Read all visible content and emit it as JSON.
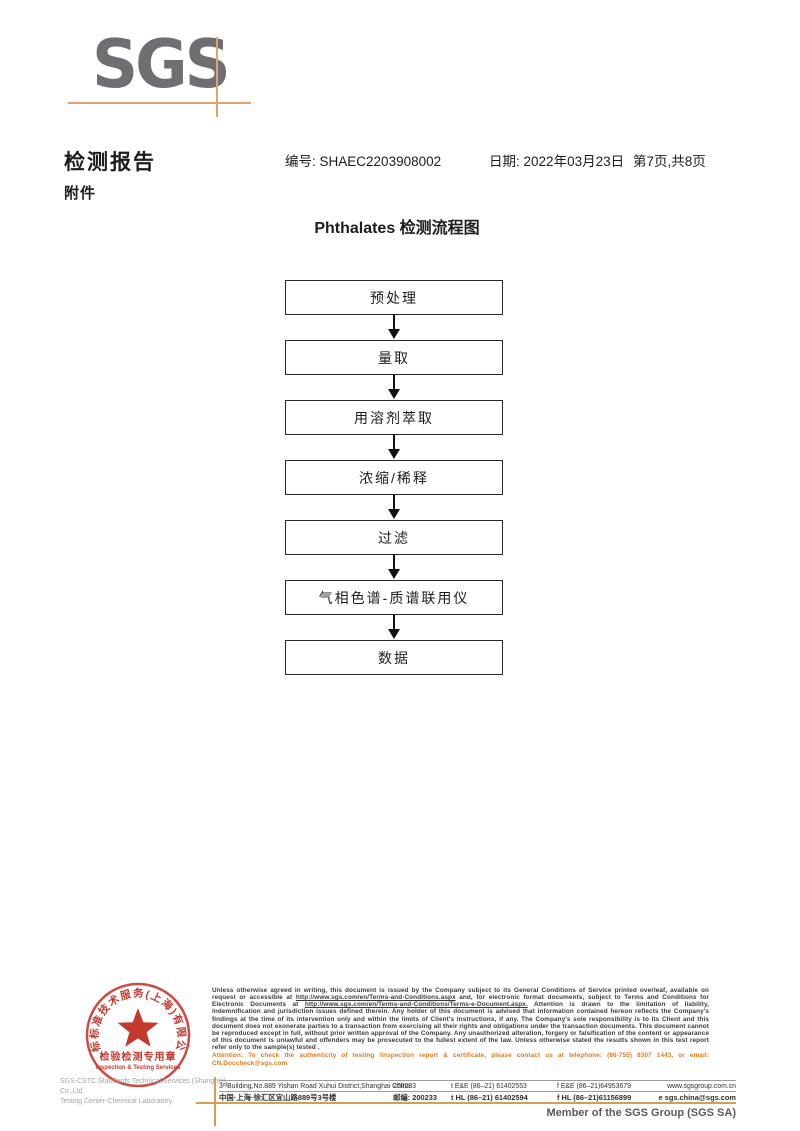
{
  "logo": {
    "text": "SGS"
  },
  "header": {
    "report_title": "检测报告",
    "no_label": "编号:",
    "no_value": "SHAEC2203908002",
    "date_label": "日期:",
    "date_value": "2022年03月23日",
    "page_info": "第7页,共8页",
    "attachment_label": "附件"
  },
  "diagram": {
    "title": "Phthalates 检测流程图",
    "type": "flowchart",
    "steps": [
      "预处理",
      "量取",
      "用溶剂萃取",
      "浓缩/稀释",
      "过滤",
      "气相色谱-质谱联用仪",
      "数据"
    ]
  },
  "stamp": {
    "ring_text": "通标标准技术服务(上海)有限公司",
    "center_line1": "检验检测专用章",
    "center_line2": "Inspection & Testing Services",
    "company_en_line1": "SGS-CSTC Standards Technical Services (Shanghai) Co.,Ltd.",
    "company_en_line2": "Testing Center-Chemical Laboratory.",
    "stamp_color": "#c4392e"
  },
  "legal": {
    "part1": "Unless otherwise agreed in writing, this document is issued by the Company subject to its General Conditions of Service printed overleaf, available on request or accessible at ",
    "url1": "http://www.sgs.com/en/Terms-and-Conditions.aspx",
    "part2": " and, for electronic format documents, subject to Terms and Conditions for Electronic Documents at ",
    "url2": "http://www.sgs.com/en/Terms-and-Conditions/Terms-e-Document.aspx.",
    "part3": " Attention is drawn to the limitation of liability, indemnification and jurisdiction issues defined therein. Any holder of this document is advised that information contained hereon reflects the Company's findings at the time of its intervention only and within the limits of Client's instructions, if any. The Company's sole responsibility is to its Client and this document does not exonerate parties to a transaction from exercising all their rights and obligations under the transaction documents. This document cannot be reproduced except in full, without prior written approval of the Company. Any unauthorized alteration, forgery or falsification of the content or appearance of this document is unlawful and offenders may be prosecuted to the fullest extent of the law. Unless otherwise stated the results shown in this test report refer only to the sample(s) tested .",
    "attention_text": "Attention: To check the authenticity of testing /inspection report & certificate, please contact us at telephone: (86-755) 8307 1443, or email: ",
    "attention_email": "CN.Doccheck@sgs.com"
  },
  "address": {
    "en_address": "3ʳᵈBuilding,No.889 Yishan Road Xuhui District,Shanghai China",
    "en_postal": "200233",
    "en_tel": "t E&E (86–21) 61402553",
    "en_fax": "f E&E (86–21)64953679",
    "en_web": "www.sgsgroup.com.cn",
    "cn_address": "中国·上海·徐汇区宜山路889号3号楼",
    "cn_postal": "邮编: 200233",
    "cn_tel": "t HL (86–21) 61402594",
    "cn_fax": "f HL (86–21)61156899",
    "cn_email": "e  sgs.china@sgs.com"
  },
  "footer": {
    "member_text": "Member of the SGS Group (SGS SA)"
  }
}
